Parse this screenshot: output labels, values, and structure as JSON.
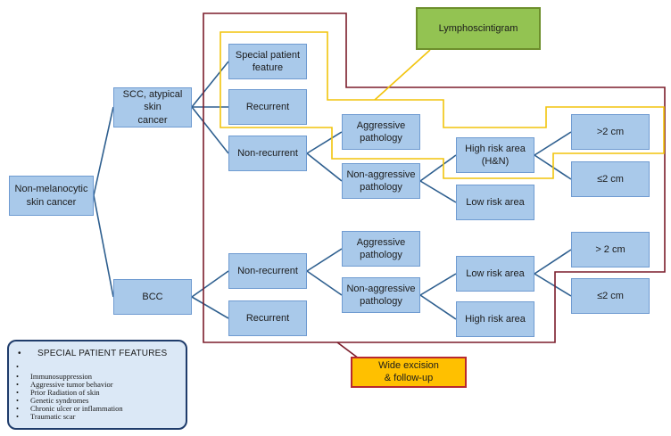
{
  "nodes": {
    "root": "Non-melanocytic\nskin cancer",
    "scc": "SCC, atypical skin\ncancer",
    "bcc": "BCC",
    "scc_special": "Special patient\nfeature",
    "scc_recurrent": "Recurrent",
    "scc_nonrecurrent": "Non-recurrent",
    "scc_aggressive": "Aggressive\npathology",
    "scc_nonaggressive": "Non-aggressive\npathology",
    "scc_high_risk": "High risk area\n(H&N)",
    "scc_low_risk": "Low risk area",
    "scc_gt2": ">2 cm",
    "scc_le2": "≤2 cm",
    "bcc_nonrecurrent": "Non-recurrent",
    "bcc_recurrent": "Recurrent",
    "bcc_aggressive": "Aggressive\npathology",
    "bcc_nonaggressive": "Non-aggressive\npathology",
    "bcc_low_risk": "Low risk area",
    "bcc_high_risk": "High risk area",
    "bcc_gt2": "> 2 cm",
    "bcc_le2": "≤2 cm"
  },
  "outcomes": {
    "lymphoscintigram": "Lymphoscintigram",
    "wide_excision": "Wide excision\n& follow-up"
  },
  "legend": {
    "title": "SPECIAL PATIENT FEATURES",
    "items": [
      "Immunosuppression",
      "Aggressive tumor behavior",
      "Prior Radiation of skin",
      "Genetic syndromes",
      "Chronic ulcer or inflammation",
      "Traumatic scar"
    ]
  },
  "colors": {
    "node_fill": "#a9c9ea",
    "node_border": "#6f9bd1",
    "connector": "#2e5f8f",
    "wide_excision_outline": "#7b1d2b",
    "lymphoscintigram_outline": "#f2c40c",
    "lymphoscintigram_fill": "#93c352",
    "wide_excision_fill": "#ffc000"
  }
}
